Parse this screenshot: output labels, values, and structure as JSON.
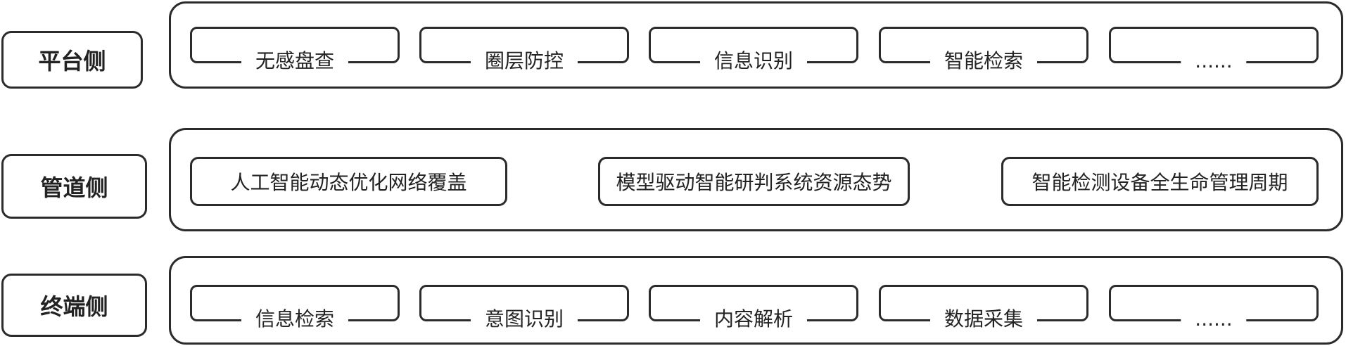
{
  "layers": {
    "platform": {
      "label": "平台侧",
      "items": [
        "无感盘查",
        "圈层防控",
        "信息识别",
        "智能检索",
        "......"
      ]
    },
    "pipeline": {
      "label": "管道侧",
      "items": [
        "人工智能动态优化网络覆盖",
        "模型驱动智能研判系统资源态势",
        "智能检测设备全生命管理周期"
      ]
    },
    "terminal": {
      "label": "终端侧",
      "items": [
        "信息检索",
        "意图识别",
        "内容解析",
        "数据采集",
        "......"
      ]
    }
  }
}
